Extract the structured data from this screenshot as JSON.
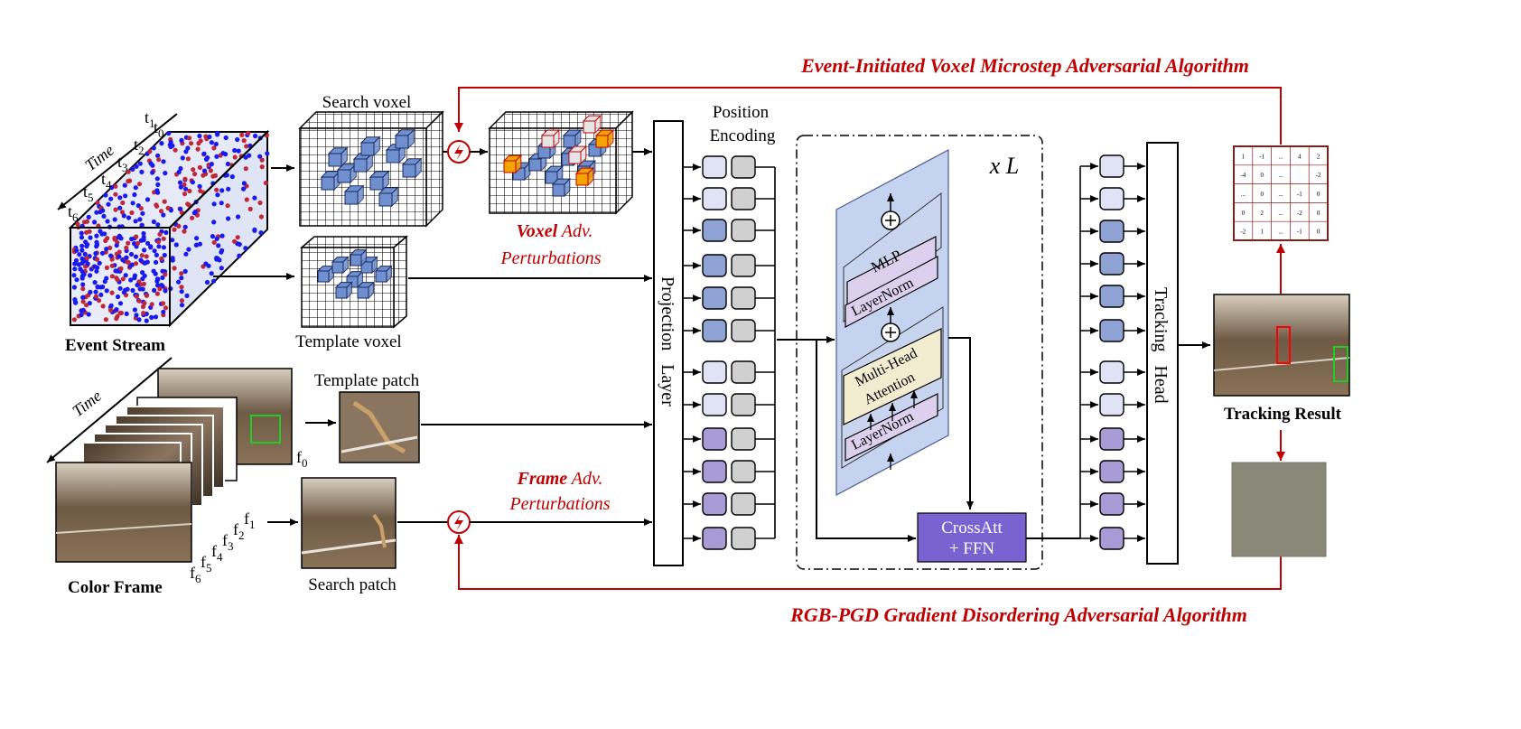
{
  "titles": {
    "top_algorithm": "Event-Initiated Voxel Microstep Adversarial Algorithm",
    "bottom_algorithm": "RGB-PGD Gradient Disordering Adversarial Algorithm"
  },
  "inputs": {
    "event_stream": "Event Stream",
    "color_frame": "Color Frame",
    "time_label": "Time",
    "event_ticks": [
      "t",
      "t",
      "t",
      "t",
      "t",
      "t"
    ],
    "event_tick_subs": [
      "0",
      "1",
      "2",
      "3",
      "4",
      "5",
      "6"
    ],
    "frame_ticks": [
      "f",
      "f",
      "f",
      "f",
      "f",
      "f",
      "f"
    ],
    "frame_tick_subs": [
      "0",
      "1",
      "2",
      "3",
      "4",
      "5",
      "6"
    ]
  },
  "voxels": {
    "search": "Search voxel",
    "template": "Template voxel"
  },
  "patches": {
    "template": "Template patch",
    "search": "Search patch"
  },
  "perturbations": {
    "voxel_emph": "Voxel",
    "voxel_rest": " Adv.",
    "voxel_line2": "Perturbations",
    "frame_emph": "Frame",
    "frame_rest": " Adv.",
    "frame_line2": "Perturbations"
  },
  "position_encoding": [
    "Position",
    "Encoding"
  ],
  "projection_layer": "Projection   Layer",
  "transformer": {
    "repeat": "x L",
    "mlp": "MLP",
    "layernorm_top": "LayerNorm",
    "mha_line1": "Multi-Head",
    "mha_line2": "Attention",
    "layernorm_bottom": "LayerNorm",
    "crossatt_line1": "CrossAtt",
    "crossatt_line2": "+ FFN"
  },
  "tracking_head": "Tracking   Head",
  "tracking_result": "Tracking Result",
  "matrix": [
    [
      "1",
      "-1",
      "...",
      "4",
      "2"
    ],
    [
      "-4",
      "0",
      "...",
      "",
      "-2"
    ],
    [
      "...",
      "0",
      "...",
      "-1",
      "0"
    ],
    [
      "0",
      "2",
      "...",
      "-2",
      "0"
    ],
    [
      "-2",
      "1",
      "...",
      "-1",
      "0"
    ]
  ],
  "colors": {
    "accent_red": "#c00000",
    "event_blue": "#1a1aee",
    "event_red": "#c0283a",
    "token_light": "#dfe3f5",
    "token_blue": "#8ea3d4",
    "token_purple": "#a89bd6",
    "token_gray": "#d0d0d0",
    "transformer_bg": "#c5d3f0",
    "crossatt": "#7a62d0",
    "attention_fill": "#f2ecd0"
  }
}
